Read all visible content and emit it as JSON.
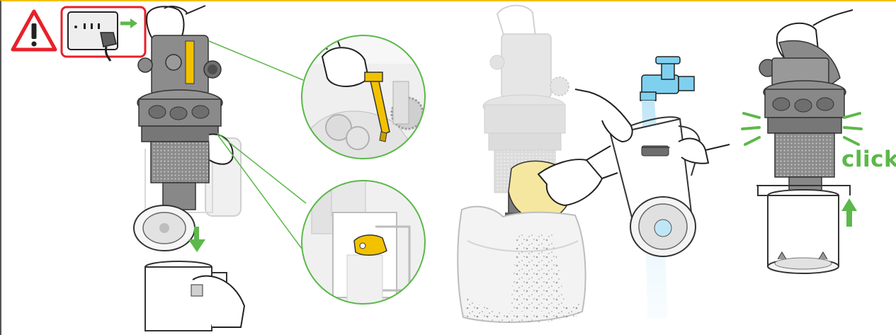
{
  "warning": {
    "icon": "warning-triangle-icon",
    "plug_icon": "unplug-socket-icon",
    "accent_color": "#e8202a"
  },
  "steps": [
    {
      "name": "detach-bin",
      "icons": [
        "hand-icon",
        "release-catch-icon",
        "arrow-down-icon"
      ]
    },
    {
      "name": "detail-zoom",
      "icons": [
        "zoom-catch-top-icon",
        "zoom-catch-bottom-icon"
      ]
    },
    {
      "name": "empty-bin",
      "icons": [
        "cloth-icon",
        "bag-icon"
      ]
    },
    {
      "name": "wash-bin",
      "icons": [
        "tap-icon",
        "water-icon",
        "brush-icon"
      ]
    },
    {
      "name": "reattach-bin",
      "icons": [
        "arrow-up-icon"
      ],
      "label": "click"
    }
  ],
  "colors": {
    "accent_green": "#5cb84a",
    "catch_yellow": "#f2c200",
    "tap_blue": "#7fd0ef",
    "cloth_yellow": "#f6e7a0",
    "body_gray": "#7e7e7e",
    "ghost_gray": "#d4d4d4",
    "frame_top": "#f2c200"
  }
}
